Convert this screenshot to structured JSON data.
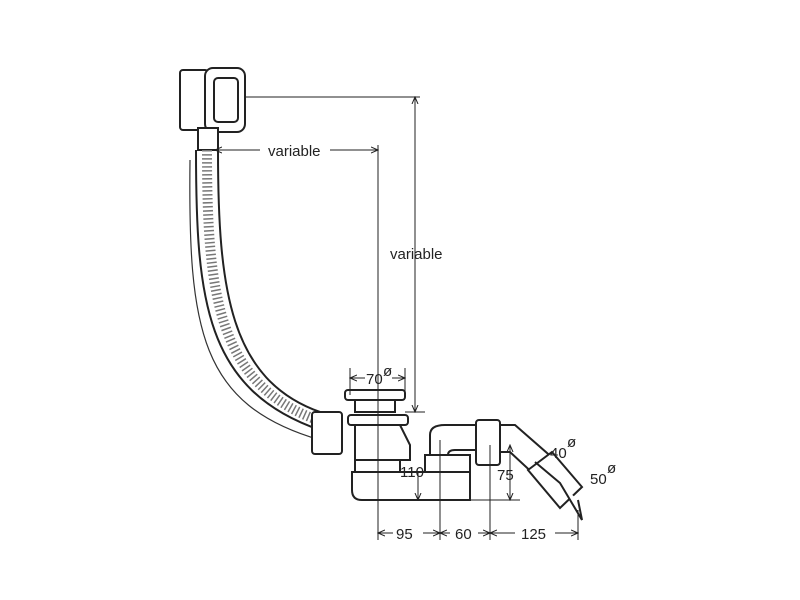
{
  "diagram": {
    "title": "Bath waste and overflow set dimensions",
    "labels": {
      "horizontal_variable": "variable",
      "vertical_variable": "variable",
      "drain_diameter": "70",
      "trap_height": "110",
      "outlet_height": "75",
      "outlet_diameter_inner": "40",
      "outlet_diameter_outer": "50",
      "dim_a": "95",
      "dim_b": "60",
      "dim_c": "125",
      "diameter_symbol": "ø"
    }
  }
}
